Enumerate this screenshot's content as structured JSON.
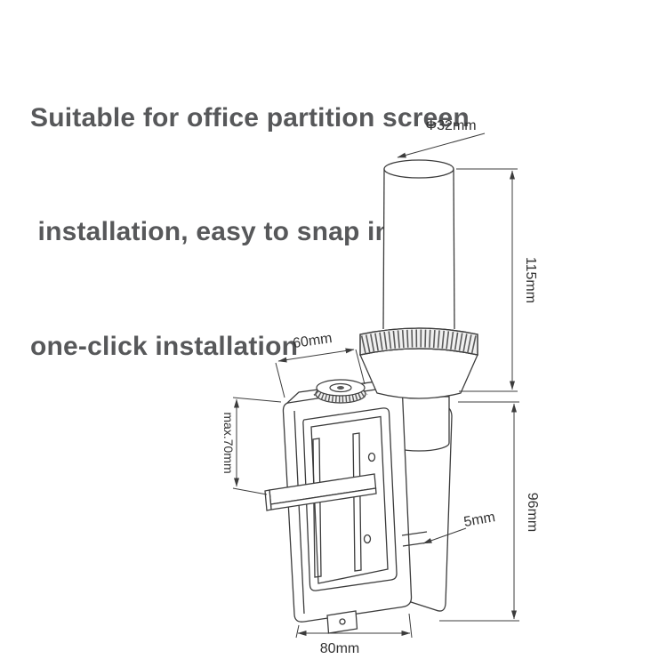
{
  "title": {
    "line1": "Suitable for office partition screen",
    "line2": " installation, easy to snap in,",
    "line3": "one-click installation"
  },
  "dimensions": {
    "pole_diameter": "Φ32mm",
    "pole_height": "115mm",
    "top_depth": "60mm",
    "max_opening": "max.70mm",
    "body_height": "96mm",
    "plate_thickness": "5mm",
    "body_width": "80mm"
  },
  "colors": {
    "headline_text": "#57585a",
    "drawing_line": "#3c3c3c",
    "dimension_text": "#333333"
  }
}
